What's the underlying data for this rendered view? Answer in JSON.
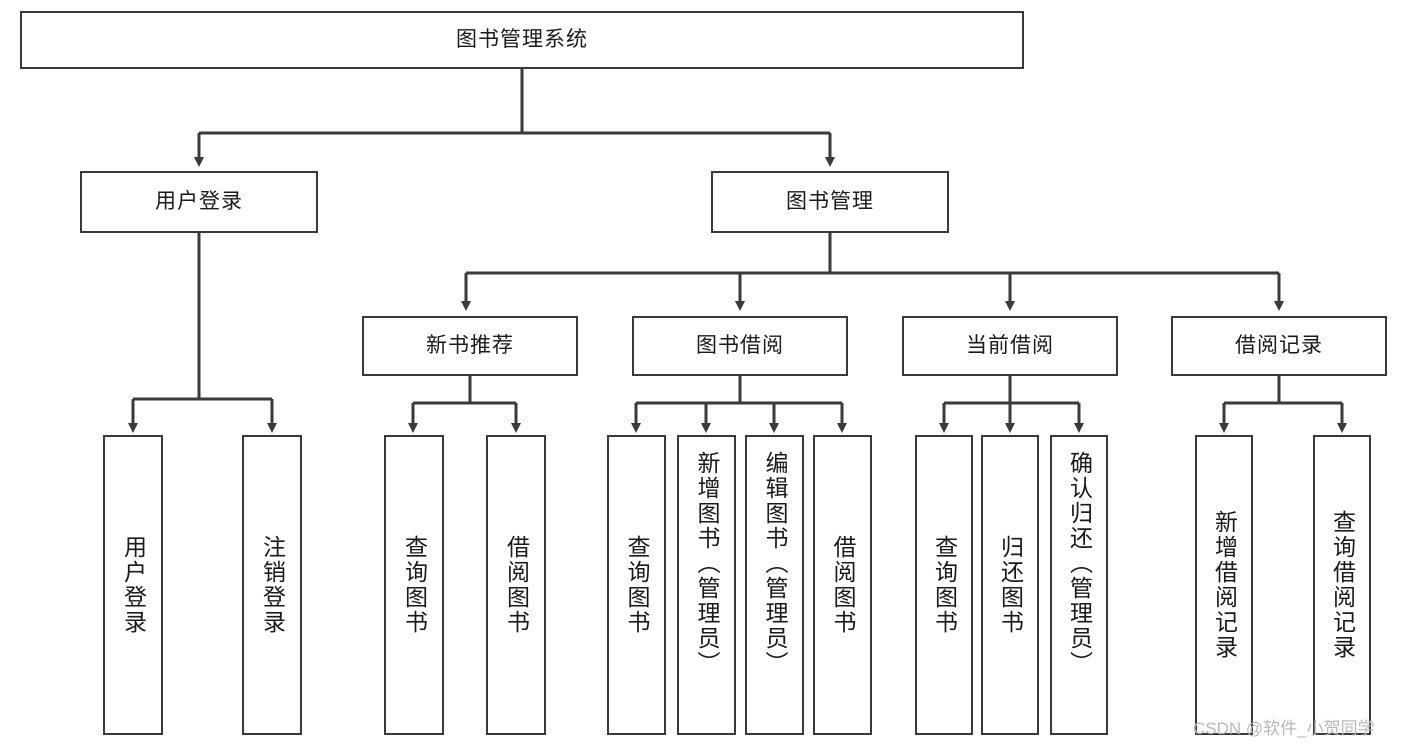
{
  "diagram": {
    "type": "tree",
    "title": "图书管理系统",
    "style": {
      "box_border_color": "#3a3a3a",
      "box_fill_color": "#ffffff",
      "edge_color": "#3a3a3a",
      "text_color": "#1a1a1a",
      "background": "#ffffff",
      "watermark_color": "#b9b9b9"
    },
    "nodes": {
      "root": {
        "label": "图书管理系统"
      },
      "level2": [
        {
          "id": "user_login",
          "label": "用户登录"
        },
        {
          "id": "book_mgmt",
          "label": "图书管理"
        }
      ],
      "level3": [
        {
          "id": "new_book_rec",
          "label": "新书推荐",
          "parent": "book_mgmt"
        },
        {
          "id": "book_borrow",
          "label": "图书借阅",
          "parent": "book_mgmt"
        },
        {
          "id": "current_borrow",
          "label": "当前借阅",
          "parent": "book_mgmt"
        },
        {
          "id": "borrow_record",
          "label": "借阅记录",
          "parent": "book_mgmt"
        }
      ],
      "leaves": [
        {
          "id": "leaf_user_login",
          "label": "用户登录",
          "parent": "user_login"
        },
        {
          "id": "leaf_user_logout",
          "label": "注销登录",
          "parent": "user_login"
        },
        {
          "id": "leaf_query_book_1",
          "label": "查询图书",
          "parent": "new_book_rec"
        },
        {
          "id": "leaf_borrow_book_1",
          "label": "借阅图书",
          "parent": "new_book_rec"
        },
        {
          "id": "leaf_query_book_2",
          "label": "查询图书",
          "parent": "book_borrow"
        },
        {
          "id": "leaf_add_book",
          "label": "新增图书（管理员）",
          "parent": "book_borrow"
        },
        {
          "id": "leaf_edit_book",
          "label": "编辑图书（管理员）",
          "parent": "book_borrow"
        },
        {
          "id": "leaf_borrow_book_2",
          "label": "借阅图书",
          "parent": "book_borrow"
        },
        {
          "id": "leaf_query_book_3",
          "label": "查询图书",
          "parent": "current_borrow"
        },
        {
          "id": "leaf_return_book",
          "label": "归还图书",
          "parent": "current_borrow"
        },
        {
          "id": "leaf_confirm_return",
          "label": "确认归还（管理员）",
          "parent": "current_borrow"
        },
        {
          "id": "leaf_add_record",
          "label": "新增借阅记录",
          "parent": "borrow_record"
        },
        {
          "id": "leaf_query_record",
          "label": "查询借阅记录",
          "parent": "borrow_record"
        }
      ]
    },
    "watermark": "CSDN @软件_小贺同学"
  }
}
